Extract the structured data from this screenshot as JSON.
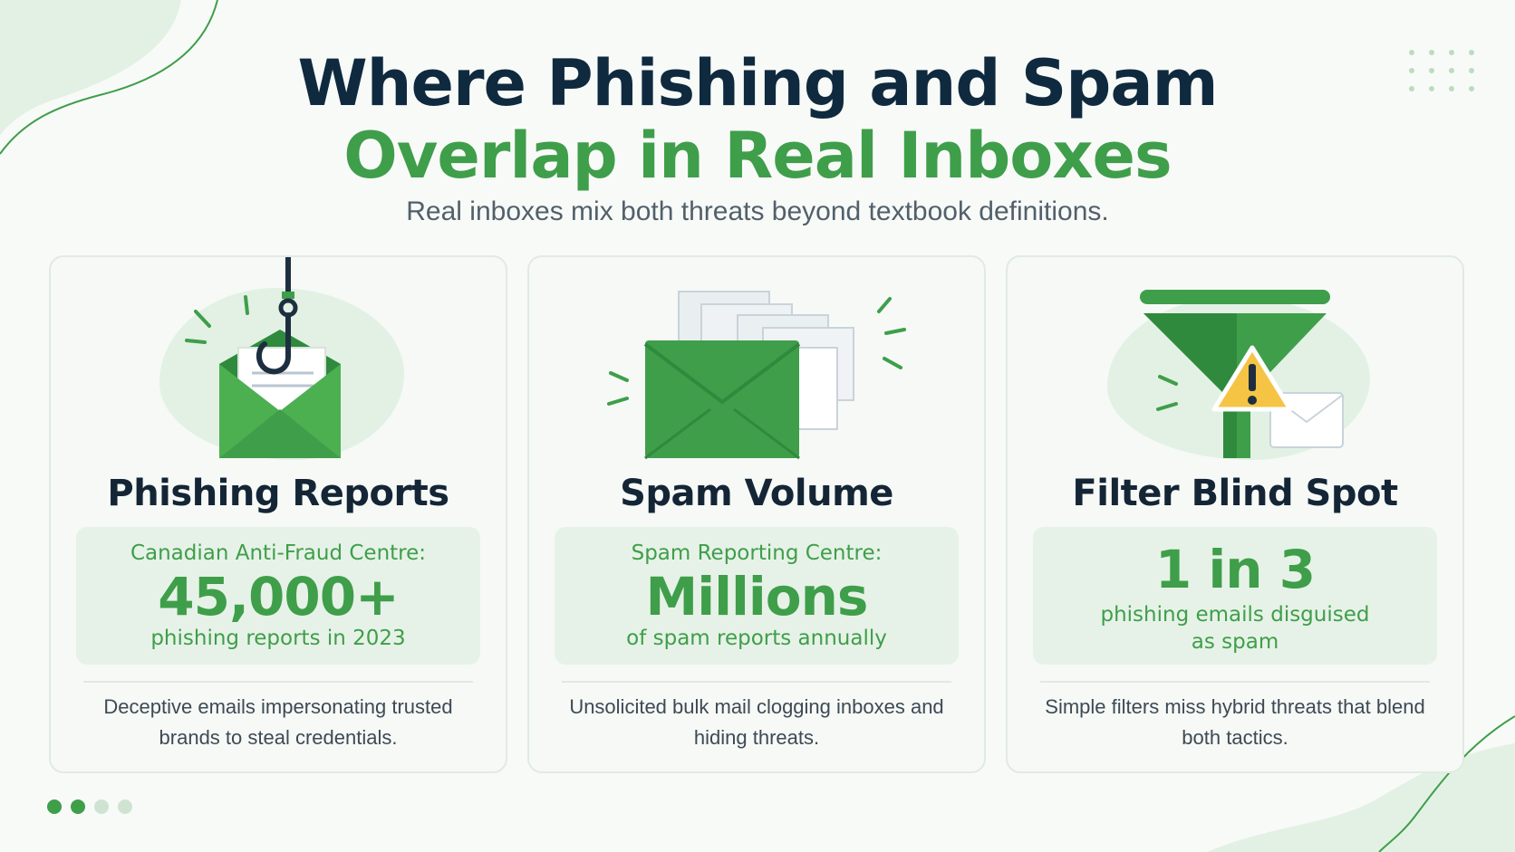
{
  "header": {
    "title_line1": "Where Phishing and Spam",
    "title_line2": "Overlap in Real Inboxes",
    "subtitle": "Real inboxes mix both threats beyond textbook definitions."
  },
  "cards": [
    {
      "icon": "phishing-hook-envelope-icon",
      "title": "Phishing Reports",
      "stat_label": "Canadian Anti-Fraud Centre:",
      "stat_value": "45,000+",
      "stat_caption": "phishing reports in 2023",
      "description": "Deceptive emails impersonating trusted brands to steal credentials."
    },
    {
      "icon": "stacked-envelopes-icon",
      "title": "Spam Volume",
      "stat_label": "Spam Reporting Centre:",
      "stat_value": "Millions",
      "stat_caption": "of spam reports annually",
      "description": "Unsolicited bulk mail clogging inboxes and hiding threats."
    },
    {
      "icon": "filter-warning-icon",
      "title": "Filter Blind Spot",
      "stat_value": "1 in 3",
      "stat_caption": "phishing emails disguised as spam",
      "description": "Simple filters miss hybrid threats that blend both tactics."
    }
  ],
  "pagination": {
    "total": 4,
    "active": 2
  },
  "colors": {
    "brand_green": "#3f9e4a",
    "title_navy": "#0f2a3f",
    "card_bg": "#f6f9f6",
    "stat_bg": "#e6f2e7",
    "warning_yellow": "#f5c445"
  }
}
